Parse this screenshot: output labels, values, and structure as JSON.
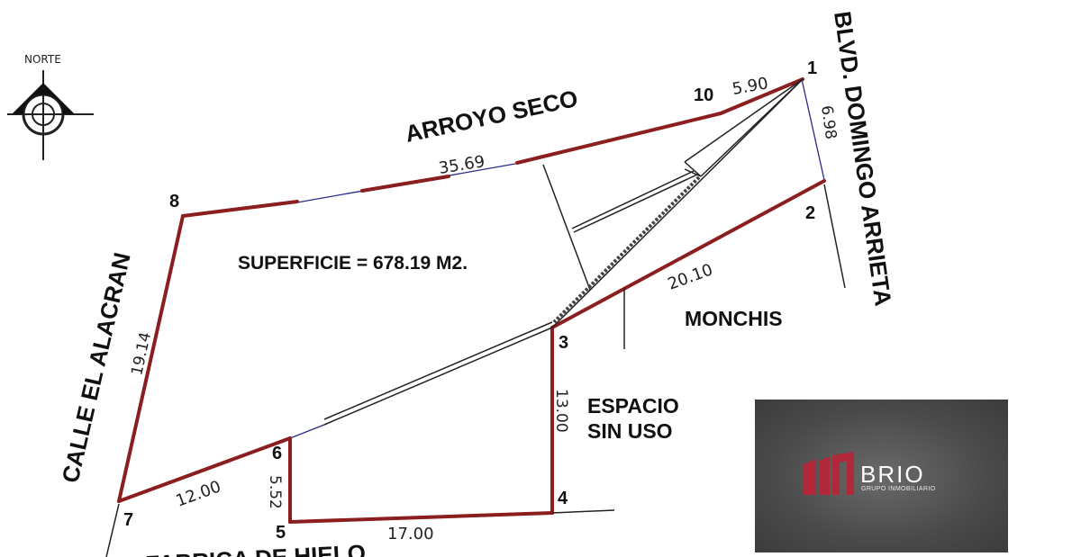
{
  "compass": {
    "label": "NORTE"
  },
  "streets": {
    "north": "ARROYO SECO",
    "east": "BLVD. DOMINGO ARRIETA",
    "west": "CALLE EL ALACRAN",
    "south": "FABRICA DE HIELO",
    "neighbor": "MONCHIS",
    "unused": [
      "ESPACIO",
      "SIN USO"
    ]
  },
  "area_label": "SUPERFICIE = 678.19 M2.",
  "vertices": [
    "1",
    "2",
    "3",
    "4",
    "5",
    "6",
    "7",
    "8",
    "10"
  ],
  "dimensions": {
    "d_10_1": "5.90",
    "d_1_2": "6.98",
    "d_north": "35.69",
    "d_2_3": "20.10",
    "d_3_4": "13.00",
    "d_4_5": "17.00",
    "d_5_6": "5.52",
    "d_6_7": "12.00",
    "d_7_8": "19.14"
  },
  "logo": {
    "name": "BRIO",
    "tagline": "GRUPO INMOBILIARIO",
    "accent": "#b0283a"
  },
  "colors": {
    "boundary": "#8b1e1e",
    "thin_line": "#2a2a8a",
    "line": "#222222"
  }
}
